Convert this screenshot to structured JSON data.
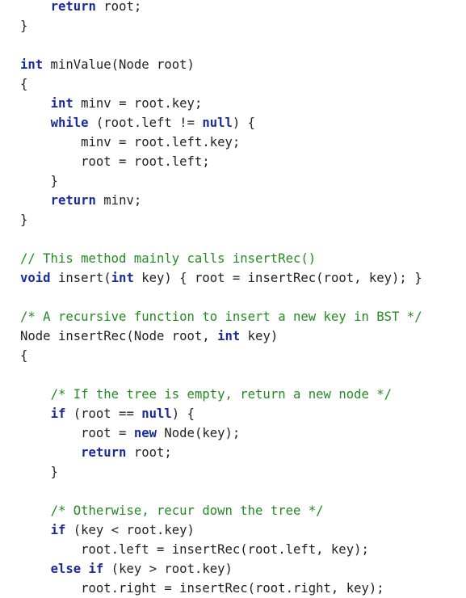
{
  "colors": {
    "keyword": "#1a2c9a",
    "comment": "#228b22",
    "text": "#222222",
    "background": "#ffffff"
  },
  "code_lines": [
    [
      {
        "t": "    ",
        "c": "tx"
      },
      {
        "t": "return",
        "c": "kw"
      },
      {
        "t": " root;",
        "c": "tx"
      }
    ],
    [
      {
        "t": "}",
        "c": "tx"
      }
    ],
    [],
    [
      {
        "t": "int",
        "c": "kw"
      },
      {
        "t": " minValue(Node root)",
        "c": "tx"
      }
    ],
    [
      {
        "t": "{",
        "c": "tx"
      }
    ],
    [
      {
        "t": "    ",
        "c": "tx"
      },
      {
        "t": "int",
        "c": "kw"
      },
      {
        "t": " minv = root.key;",
        "c": "tx"
      }
    ],
    [
      {
        "t": "    ",
        "c": "tx"
      },
      {
        "t": "while",
        "c": "kw"
      },
      {
        "t": " (root.left != ",
        "c": "tx"
      },
      {
        "t": "null",
        "c": "kw"
      },
      {
        "t": ") {",
        "c": "tx"
      }
    ],
    [
      {
        "t": "        minv = root.left.key;",
        "c": "tx"
      }
    ],
    [
      {
        "t": "        root = root.left;",
        "c": "tx"
      }
    ],
    [
      {
        "t": "    }",
        "c": "tx"
      }
    ],
    [
      {
        "t": "    ",
        "c": "tx"
      },
      {
        "t": "return",
        "c": "kw"
      },
      {
        "t": " minv;",
        "c": "tx"
      }
    ],
    [
      {
        "t": "}",
        "c": "tx"
      }
    ],
    [],
    [
      {
        "t": "// This method mainly calls insertRec()",
        "c": "cm"
      }
    ],
    [
      {
        "t": "void",
        "c": "kw"
      },
      {
        "t": " insert(",
        "c": "tx"
      },
      {
        "t": "int",
        "c": "kw"
      },
      {
        "t": " key) { root = insertRec(root, key); }",
        "c": "tx"
      }
    ],
    [],
    [
      {
        "t": "/* A recursive function to insert a new key in BST */",
        "c": "cm"
      }
    ],
    [
      {
        "t": "Node insertRec(Node root, ",
        "c": "tx"
      },
      {
        "t": "int",
        "c": "kw"
      },
      {
        "t": " key)",
        "c": "tx"
      }
    ],
    [
      {
        "t": "{",
        "c": "tx"
      }
    ],
    [],
    [
      {
        "t": "    ",
        "c": "tx"
      },
      {
        "t": "/* If the tree is empty, return a new node */",
        "c": "cm"
      }
    ],
    [
      {
        "t": "    ",
        "c": "tx"
      },
      {
        "t": "if",
        "c": "kw"
      },
      {
        "t": " (root == ",
        "c": "tx"
      },
      {
        "t": "null",
        "c": "kw"
      },
      {
        "t": ") {",
        "c": "tx"
      }
    ],
    [
      {
        "t": "        root = ",
        "c": "tx"
      },
      {
        "t": "new",
        "c": "kw"
      },
      {
        "t": " Node(key);",
        "c": "tx"
      }
    ],
    [
      {
        "t": "        ",
        "c": "tx"
      },
      {
        "t": "return",
        "c": "kw"
      },
      {
        "t": " root;",
        "c": "tx"
      }
    ],
    [
      {
        "t": "    }",
        "c": "tx"
      }
    ],
    [],
    [
      {
        "t": "    ",
        "c": "tx"
      },
      {
        "t": "/* Otherwise, recur down the tree */",
        "c": "cm"
      }
    ],
    [
      {
        "t": "    ",
        "c": "tx"
      },
      {
        "t": "if",
        "c": "kw"
      },
      {
        "t": " (key < root.key)",
        "c": "tx"
      }
    ],
    [
      {
        "t": "        root.left = insertRec(root.left, key);",
        "c": "tx"
      }
    ],
    [
      {
        "t": "    ",
        "c": "tx"
      },
      {
        "t": "else",
        "c": "kw"
      },
      {
        "t": " ",
        "c": "tx"
      },
      {
        "t": "if",
        "c": "kw"
      },
      {
        "t": " (key > root.key)",
        "c": "tx"
      }
    ],
    [
      {
        "t": "        root.right = insertRec(root.right, key);",
        "c": "tx"
      }
    ]
  ]
}
